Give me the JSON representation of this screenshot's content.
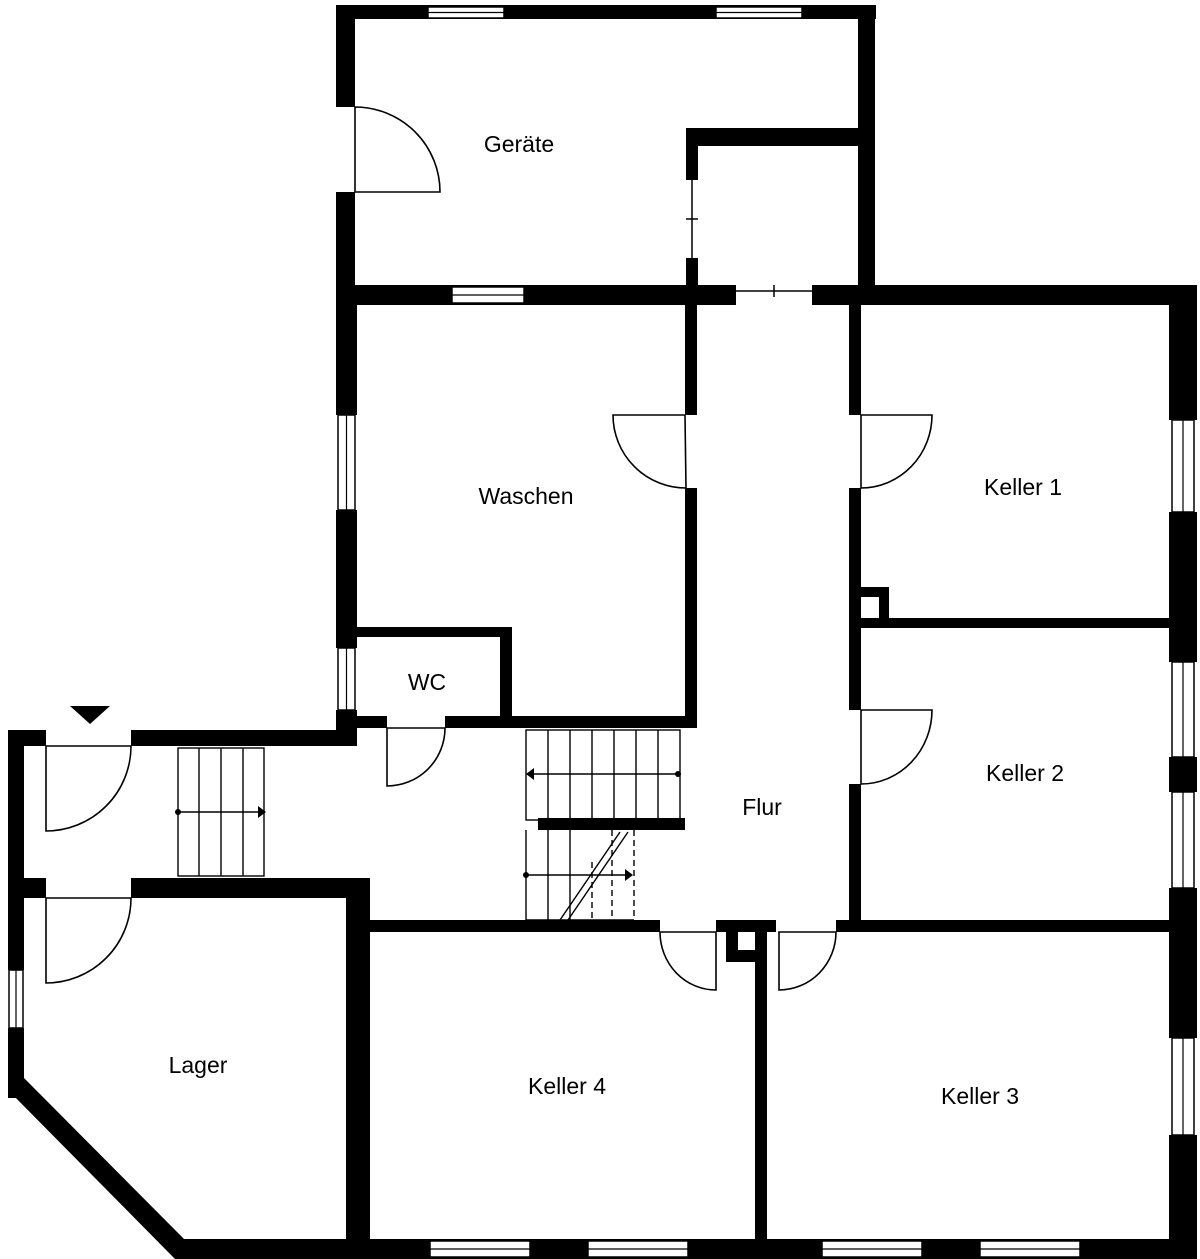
{
  "rooms": {
    "geraete": "Geräte",
    "waschen": "Waschen",
    "wc": "WC",
    "keller1": "Keller 1",
    "keller2": "Keller 2",
    "keller3": "Keller 3",
    "keller4": "Keller 4",
    "flur": "Flur",
    "lager": "Lager"
  },
  "colors": {
    "wall": "#000000",
    "background": "#ffffff"
  },
  "icons": {
    "entrance": "entrance-arrow-icon"
  }
}
